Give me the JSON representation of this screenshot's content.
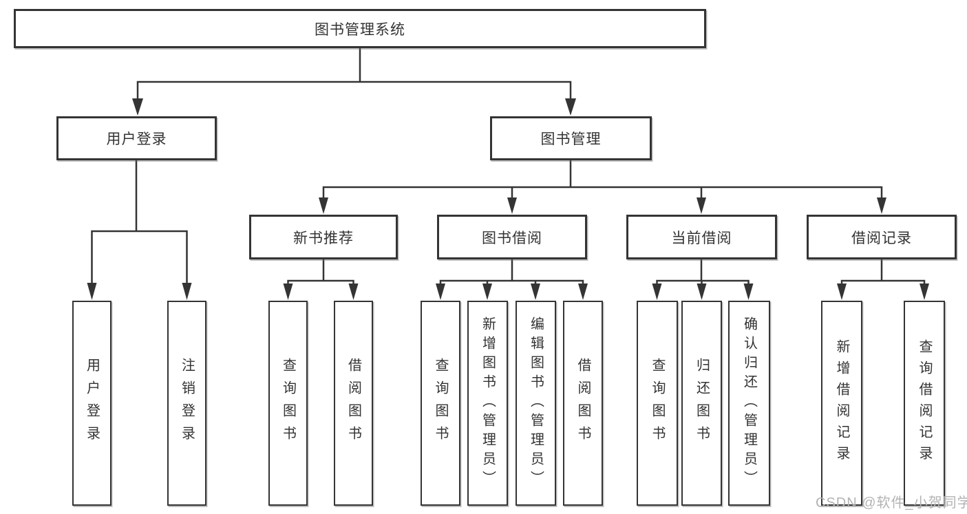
{
  "colors": {
    "line": "#343434",
    "box_border": "#343434",
    "box_fill": "#ffffff",
    "text": "#333333",
    "watermark": "#b3b3b3",
    "background": "#ffffff"
  },
  "watermark": {
    "text": "CSDN @软件_小贺同学"
  },
  "tree": {
    "label": "图书管理系统",
    "children": [
      {
        "label": "用户登录",
        "children": [
          {
            "label": "用户登录"
          },
          {
            "label": "注销登录"
          }
        ]
      },
      {
        "label": "图书管理",
        "children": [
          {
            "label": "新书推荐",
            "children": [
              {
                "label": "查询图书"
              },
              {
                "label": "借阅图书"
              }
            ]
          },
          {
            "label": "图书借阅",
            "children": [
              {
                "label": "查询图书"
              },
              {
                "label": "新增图书（管理员）"
              },
              {
                "label": "编辑图书（管理员）"
              },
              {
                "label": "借阅图书"
              }
            ]
          },
          {
            "label": "当前借阅",
            "children": [
              {
                "label": "查询图书"
              },
              {
                "label": "归还图书"
              },
              {
                "label": "确认归还（管理员）"
              }
            ]
          },
          {
            "label": "借阅记录",
            "children": [
              {
                "label": "新增借阅记录"
              },
              {
                "label": "查询借阅记录"
              }
            ]
          }
        ]
      }
    ]
  }
}
